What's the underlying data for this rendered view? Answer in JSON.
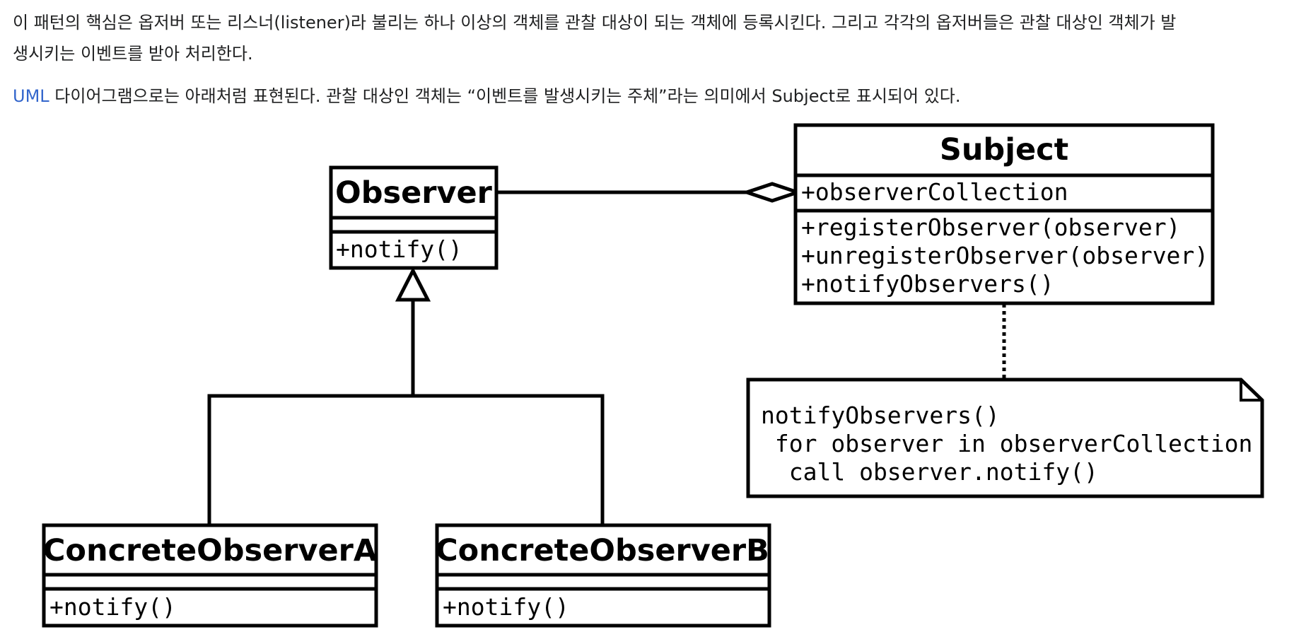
{
  "article": {
    "paragraph1": {
      "line1": "이 패턴의 핵심은 옵저버 또는 리스너(listener)라 불리는 하나 이상의 객체를 관찰 대상이 되는 객체에 등록시킨다. 그리고 각각의 옵저버들은 관찰 대상인 객체가 발",
      "line2": "생시키는 이벤트를 받아 처리한다."
    },
    "paragraph2": {
      "link": "UML",
      "rest": " 다이어그램으로는 아래처럼 표현된다. 관찰 대상인 객체는 “이벤트를 발생시키는 주체”라는 의미에서 Subject로 표시되어 있다."
    }
  },
  "diagram": {
    "observer": {
      "name": "Observer",
      "operations": [
        "+notify()"
      ]
    },
    "subject": {
      "name": "Subject",
      "attributes": [
        "+observerCollection"
      ],
      "operations": [
        "+registerObserver(observer)",
        "+unregisterObserver(observer)",
        "+notifyObservers()"
      ]
    },
    "note": {
      "lines": [
        "notifyObservers()",
        " for observer in observerCollection",
        "  call observer.notify()"
      ]
    },
    "concrete_a": {
      "name": "ConcreteObserverA",
      "operations": [
        "+notify()"
      ]
    },
    "concrete_b": {
      "name": "ConcreteObserverB",
      "operations": [
        "+notify()"
      ]
    }
  }
}
